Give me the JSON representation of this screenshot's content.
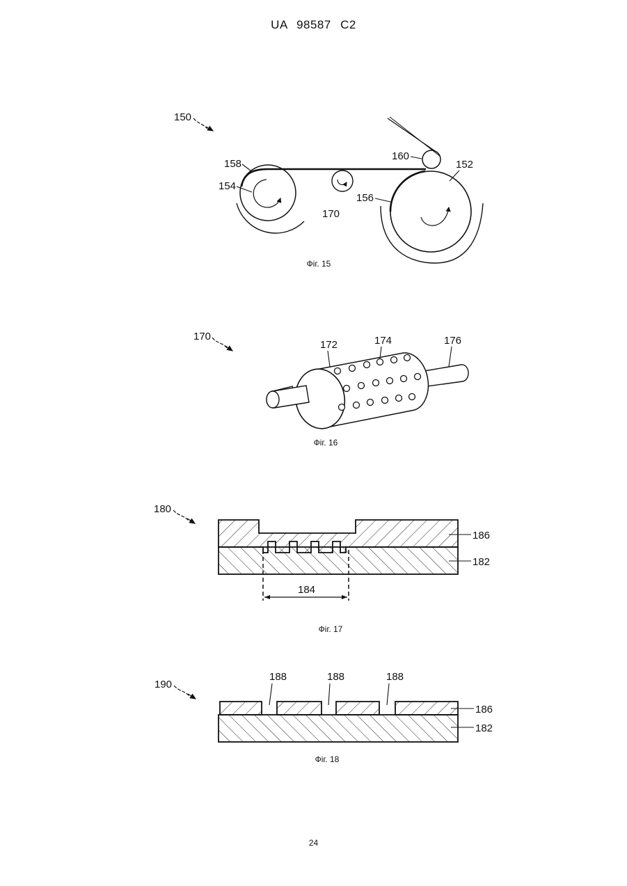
{
  "header": {
    "doc_id": "UA 98587 C2"
  },
  "page_number": "24",
  "figures": {
    "fig15": {
      "caption": "Фіг. 15",
      "labels": {
        "assembly": "150",
        "big_roller": "152",
        "small_roller": "154",
        "belt_wrap": "156",
        "belt": "158",
        "guide_roller": "160",
        "embossing_roller": "170"
      }
    },
    "fig16": {
      "caption": "Фіг. 16",
      "labels": {
        "assembly": "170",
        "cylinder": "172",
        "holes": "174",
        "shaft": "176"
      }
    },
    "fig17": {
      "caption": "Фіг. 17",
      "labels": {
        "assembly": "180",
        "top_layer": "186",
        "substrate": "182",
        "region": "184"
      }
    },
    "fig18": {
      "caption": "Фіг. 18",
      "labels": {
        "assembly": "190",
        "gap_1": "188",
        "gap_2": "188",
        "gap_3": "188",
        "top_layer": "186",
        "substrate": "182"
      }
    }
  }
}
